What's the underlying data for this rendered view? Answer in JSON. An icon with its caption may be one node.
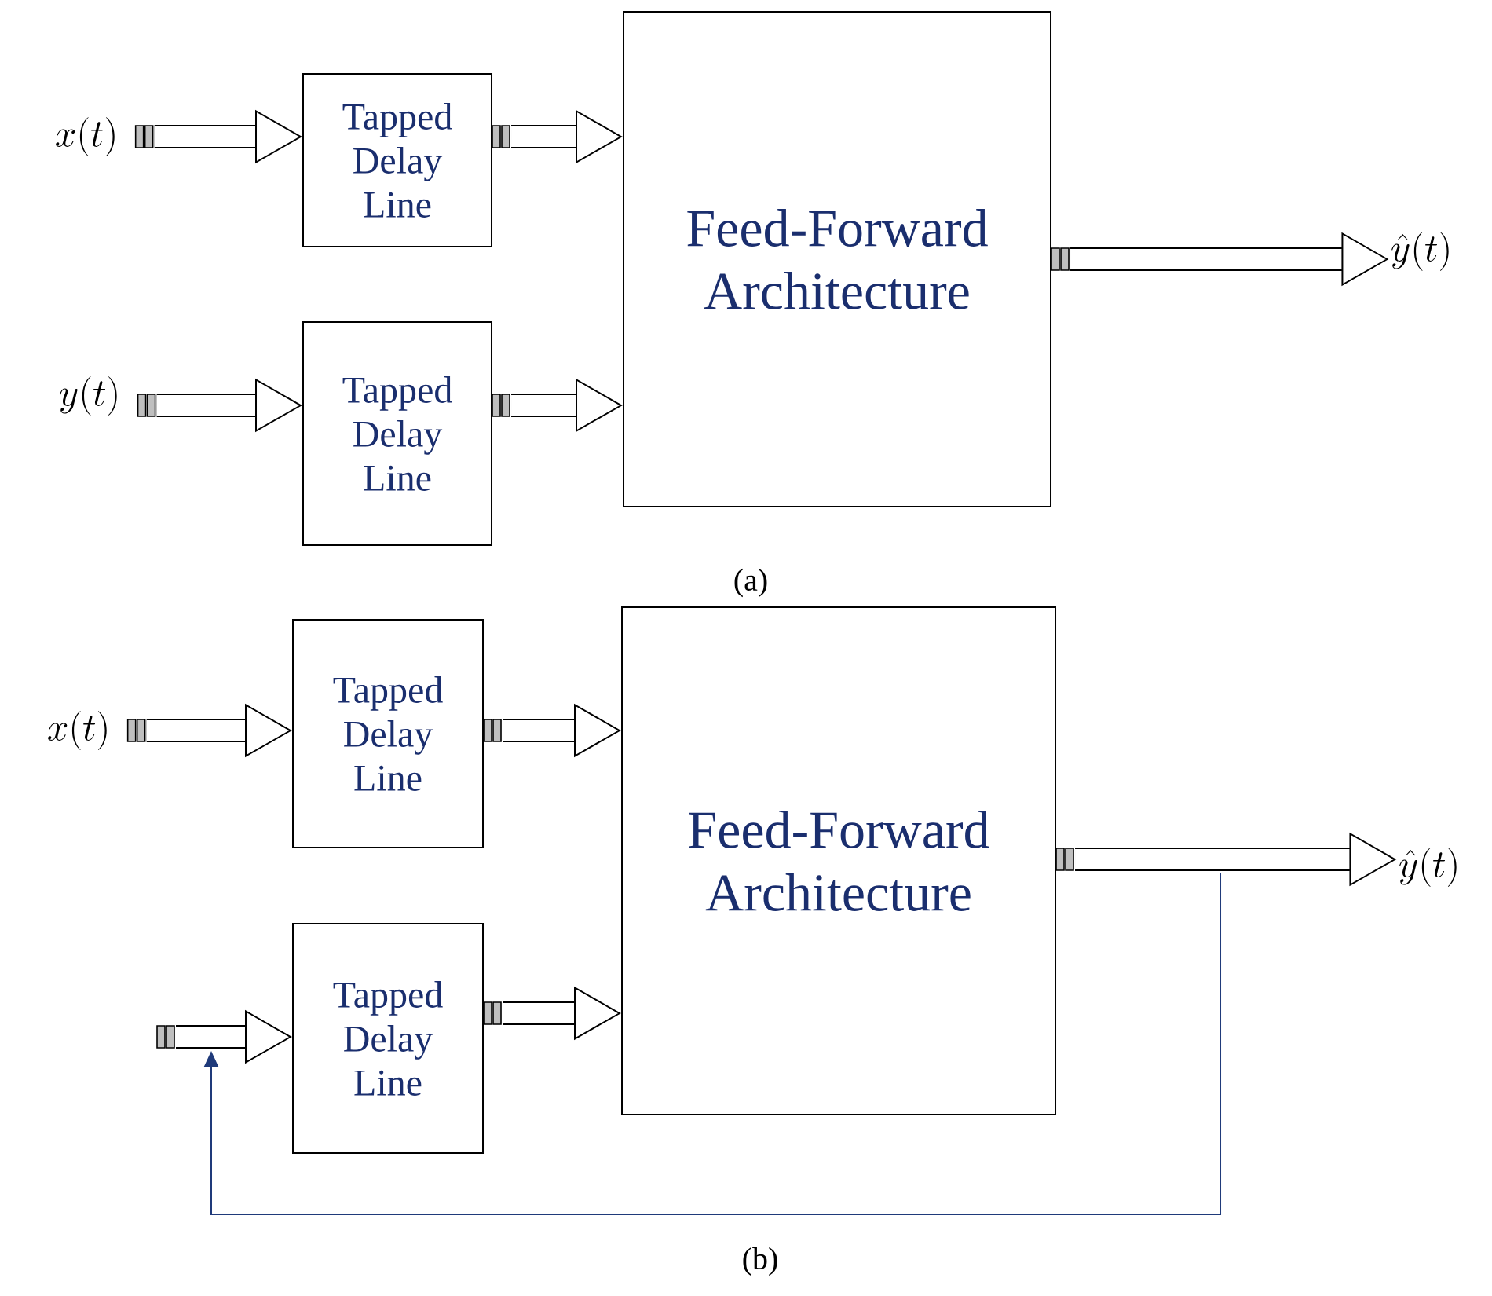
{
  "diagram": {
    "nodes": [
      {
        "text": [
          "x(t)"
        ]
      },
      {
        "text": [
          "Tapped Delay Line"
        ]
      },
      {
        "text": [
          "y(t)"
        ]
      },
      {
        "text": [
          "Tapped Delay Line"
        ]
      },
      {
        "text": [
          "Feed-Forward Architecture"
        ]
      },
      {
        "text": [
          "\\hat{y}(t)"
        ]
      },
      {
        "text": [
          "x(t)"
        ]
      },
      {
        "text": [
          "Tapped Delay Line"
        ]
      },
      {
        "text": [
          "Feed-Forward Architecture"
        ]
      },
      {
        "text": [
          "Tapped Delay Line"
        ]
      },
      {
        "text": [
          "\\hat{y}(t)"
        ]
      }
    ],
    "edges": [
      {
        "from": 0,
        "to": 1,
        "arrow": "to"
      },
      {
        "from": 1,
        "to": 4,
        "arrow": "to"
      },
      {
        "from": 2,
        "to": 3,
        "arrow": "to"
      },
      {
        "from": 3,
        "to": 4,
        "arrow": "to"
      },
      {
        "from": 4,
        "to": 5,
        "arrow": "to"
      },
      {
        "from": 6,
        "to": 7,
        "arrow": "to"
      },
      {
        "from": 7,
        "to": 8,
        "arrow": "to"
      },
      {
        "from": null,
        "to": 9,
        "arrow": "to"
      },
      {
        "from": 9,
        "to": 8,
        "arrow": "to"
      },
      {
        "from": 8,
        "to": 10,
        "arrow": "to"
      },
      {
        "from": null,
        "to": 9,
        "arrow": "to",
        "color": "#1f3a7a"
      }
    ],
    "labels": [
      "(a)",
      "(b)"
    ]
  }
}
